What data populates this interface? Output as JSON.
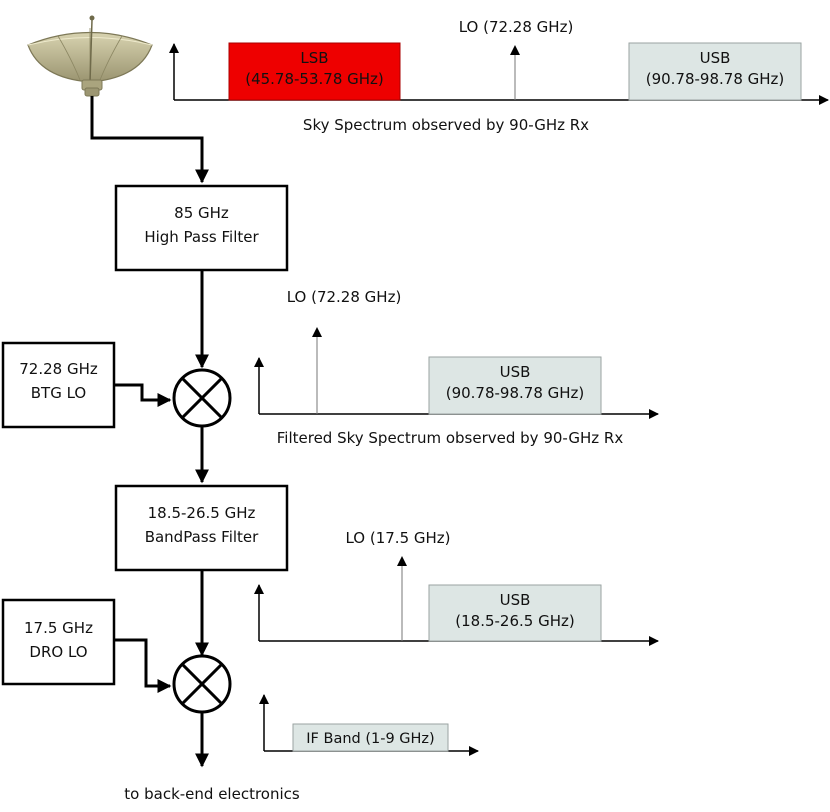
{
  "colors": {
    "lsb_fill": "#ee0000",
    "band_fill": "#dde6e4",
    "band_stroke": "#9aa3a2",
    "line": "#000000",
    "dish": "#b9b38a"
  },
  "icons": {
    "antenna": "satellite-dish-icon",
    "mixer": "mixer-x-icon"
  },
  "sky_spectrum": {
    "lo_label": "LO (72.28 GHz)",
    "lsb_title": "LSB",
    "lsb_range": "(45.78-53.78 GHz)",
    "usb_title": "USB",
    "usb_range": "(90.78-98.78 GHz)",
    "caption": "Sky Spectrum observed by 90-GHz Rx"
  },
  "high_pass_filter": {
    "line1": "85 GHz",
    "line2": "High Pass Filter"
  },
  "filtered_spectrum": {
    "lo_label": "LO (72.28 GHz)",
    "usb_title": "USB",
    "usb_range": "(90.78-98.78 GHz)",
    "caption": "Filtered Sky Spectrum observed by 90-GHz Rx"
  },
  "btg_lo": {
    "line1": "72.28 GHz",
    "line2": "BTG LO"
  },
  "bandpass_filter": {
    "line1": "18.5-26.5 GHz",
    "line2": "BandPass Filter"
  },
  "if1_spectrum": {
    "lo_label": "LO (17.5 GHz)",
    "usb_title": "USB",
    "usb_range": "(18.5-26.5 GHz)"
  },
  "dro_lo": {
    "line1": "17.5 GHz",
    "line2": "DRO LO"
  },
  "if_band": {
    "label": "IF Band (1-9 GHz)"
  },
  "output": {
    "label": "to back-end electronics"
  }
}
